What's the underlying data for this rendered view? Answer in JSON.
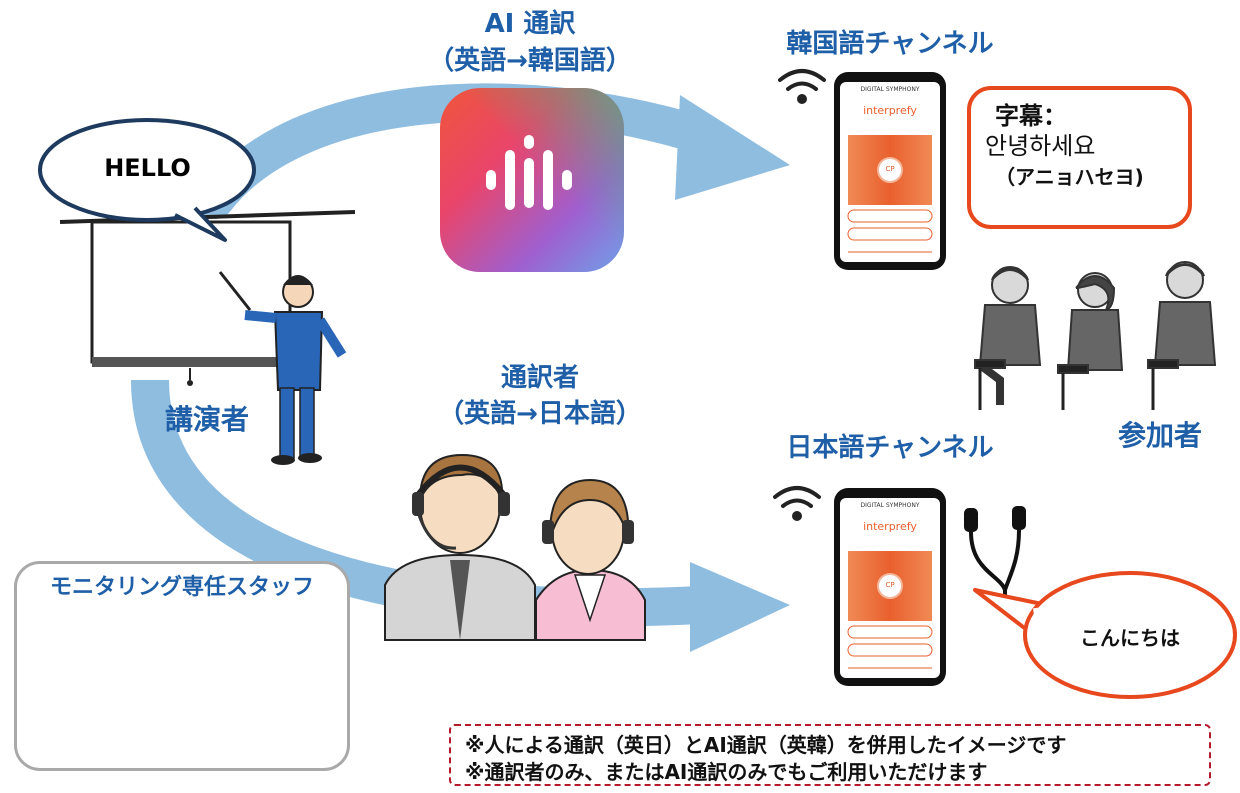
{
  "ai_interp": {
    "title": "AI 通訳",
    "direction": "（英語→韓国語）"
  },
  "korean_channel": {
    "title": "韓国語チャンネル"
  },
  "japanese_channel": {
    "title": "日本語チャンネル"
  },
  "human_interp": {
    "title": "通訳者",
    "direction": "（英語→日本語）"
  },
  "speaker": {
    "label": "講演者",
    "speech": "HELLO"
  },
  "participants": {
    "label": "参加者"
  },
  "monitoring": {
    "label": "モニタリング専任スタッフ"
  },
  "subtitle": {
    "heading": "字幕：",
    "korean": "안녕하세요",
    "reading": "（アニョハセヨ)"
  },
  "japanese_speech": "こんにちは",
  "phone": {
    "brand": "interprefy",
    "header": "DIGITAL SYMPHONY",
    "center": "CP"
  },
  "notes": [
    "※人による通訳（英日）とAI通訳（英韓）を併用したイメージです",
    "※通訳者のみ、またはAI通訳のみでもご利用いただけます"
  ],
  "colors": {
    "title_blue": "#1f5fa8",
    "arrow_blue": "#8fbde0",
    "accent_orange": "#e8481e",
    "dashed_red": "#b5172b"
  }
}
